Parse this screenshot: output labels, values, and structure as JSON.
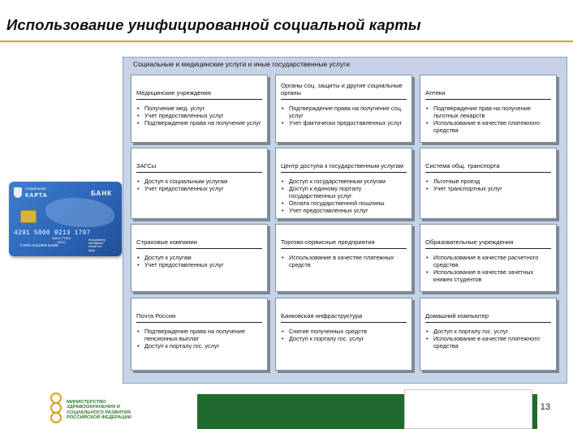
{
  "slide": {
    "title": "Использование унифицированной социальной карты",
    "panel_header": "Социальные и медицинские услуги и иные государственные услуги",
    "page_number": "13"
  },
  "boxes": [
    {
      "title": "Медицинские учреждения",
      "items": [
        "Получение мед. услуг",
        "Учет предоставленных услуг",
        "Подтверждение права на получение услуг"
      ]
    },
    {
      "title": "Органы соц. защиты и другие социальные органы",
      "items": [
        "Подтверждение права на получение соц. услуг",
        "Учет фактически предоставленных услуг"
      ]
    },
    {
      "title": "Аптеки",
      "items": [
        "Подтверждение прав на получение льготных лекарств",
        "Использование в качестве платежного средства"
      ]
    },
    {
      "title": "ЗАГСы",
      "items": [
        "Доступ к социальным услугам",
        "Учет предоставленных услуг"
      ]
    },
    {
      "title": "Центр доступа к государственным услугам",
      "items": [
        "Доступ к государственным услугам",
        "Доступ к единому порталу государственных услуг",
        "Оплата государственной пошлины",
        "Учет предоставленных услуг"
      ]
    },
    {
      "title": "Система общ. транспорта",
      "items": [
        "Льготные проезд",
        "Учет транспортных услуг"
      ]
    },
    {
      "title": "Страховые компании",
      "items": [
        "Доступ к услугам",
        "Учет предоставленных услуг"
      ]
    },
    {
      "title": "Торгово-сервисные предприятия",
      "items": [
        "Использование в качестве платежных средств"
      ]
    },
    {
      "title": "Образовательные учреждения",
      "items": [
        "Использование в качестве расчетного средства",
        "Использование в качестве зачетных книжек студентов"
      ]
    },
    {
      "title": "Почта России",
      "items": [
        "Подтверждение права на получение пенсионных выплат",
        "Доступ к порталу гос. услуг"
      ]
    },
    {
      "title": "Банковская инфраструктура",
      "items": [
        "Снятие полученных средств",
        "Доступ к порталу гос. услуг"
      ]
    },
    {
      "title": "Домашний компьютер",
      "items": [
        "Доступ к порталу гос. услуг",
        "Использование в качестве платежного средства"
      ]
    }
  ],
  "card": {
    "brand_small": "Социальная",
    "brand_big": "КАРТА",
    "bank": "БАНК",
    "number": "4291  5800 9213  1797",
    "holder": "CARD HOLDER NAME",
    "valid_label": "VALID THRU",
    "valid": "09/12",
    "right_text": "Korporativnyi\nidentifikator\nsotsial'noi\nkarty"
  },
  "footer": {
    "ministry": "МИНИСТЕРСТВО ЗДРАВООХРАНЕНИЯ И СОЦИАЛЬНОГО РАЗВИТИЯ РОССИЙСКОЙ ФЕДЕРАЦИИ",
    "colors": {
      "green": "#1f6b2e",
      "gold": "#d8a21a",
      "panel": "#c6d3e6"
    }
  }
}
